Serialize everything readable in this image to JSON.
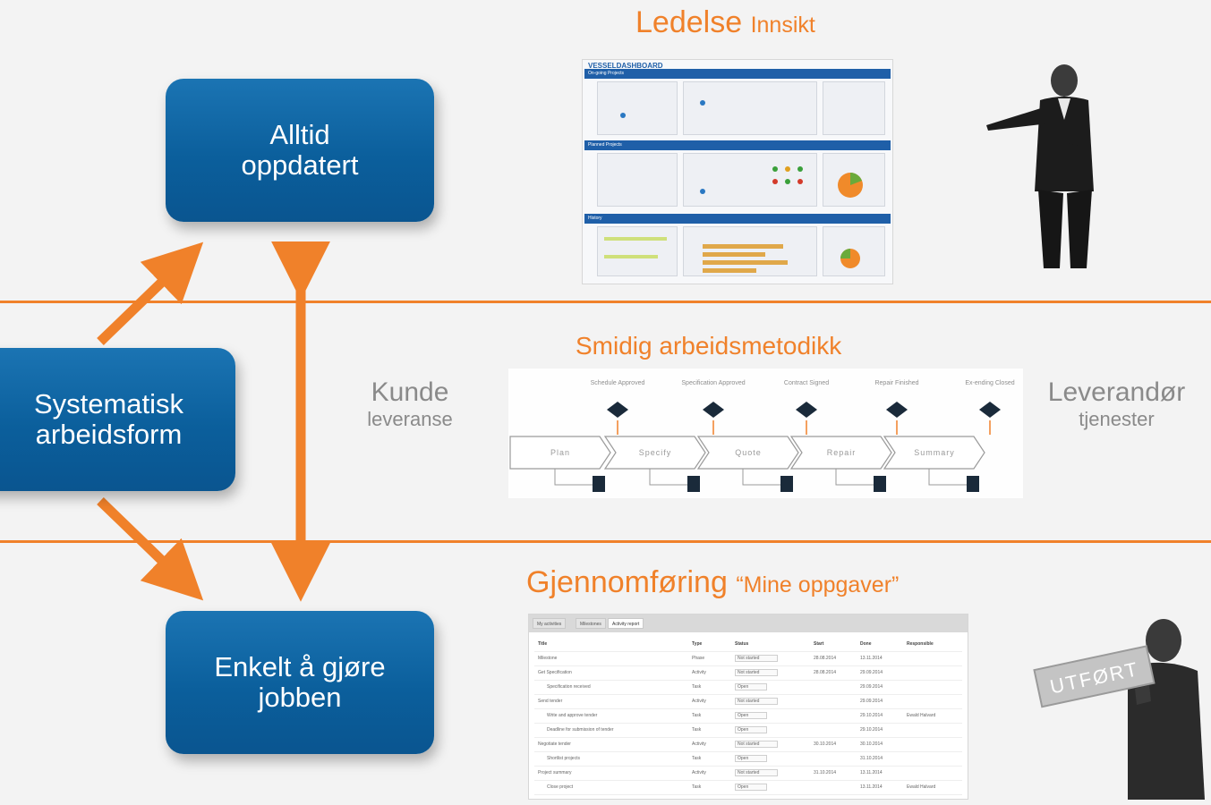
{
  "boxes": {
    "top": "Alltid\noppdatert",
    "left": "Systematisk\narbeidsform",
    "bottom": "Enkelt å gjøre\njobben"
  },
  "management": {
    "title": "Ledelse",
    "subtitle": "Innsikt",
    "dashboard_logo": "VESSELDASHBOARD",
    "sections": [
      "On-going Projects",
      "Planned Projects",
      "History"
    ]
  },
  "middle": {
    "title": "Smidig arbeidsmetodikk",
    "left_main": "Kunde",
    "left_sub": "leveranse",
    "right_main": "Leverandør",
    "right_sub": "tjenester",
    "milestones": [
      "Schedule Approved",
      "Specification Approved",
      "Contract Signed",
      "Repair Finished",
      "Ex-ending Closed"
    ],
    "phases": [
      "Plan",
      "Specify",
      "Quote",
      "Repair",
      "Summary"
    ]
  },
  "execution": {
    "title": "Gjennomføring",
    "subtitle": "“Mine oppgaver”",
    "tabs": [
      "My activities",
      "Milestones",
      "Activity report"
    ],
    "columns": [
      "Title",
      "Type",
      "Status",
      "Start",
      "Done",
      "Responsible"
    ],
    "rows": [
      [
        "Milestone",
        "Phase",
        "Not started",
        "28.08.2014",
        "13.11.2014",
        ""
      ],
      [
        "Get Specification",
        "Activity",
        "Not started",
        "28.08.2014",
        "29.09.2014",
        ""
      ],
      [
        "Specification received",
        "Task",
        "Open",
        "",
        "29.09.2014",
        ""
      ],
      [
        "Send tender",
        "Activity",
        "Not started",
        "",
        "29.09.2014",
        ""
      ],
      [
        "Write and approve tender",
        "Task",
        "Open",
        "",
        "29.10.2014",
        "Ewald Halvard"
      ],
      [
        "Deadline for submission of tender",
        "Task",
        "Open",
        "",
        "29.10.2014",
        ""
      ],
      [
        "Negotiate tender",
        "Activity",
        "Not started",
        "30.10.2014",
        "30.10.2014",
        ""
      ],
      [
        "Shortlist projects",
        "Task",
        "Open",
        "",
        "31.10.2014",
        ""
      ],
      [
        "Project summary",
        "Activity",
        "Not started",
        "31.10.2014",
        "13.11.2014",
        ""
      ],
      [
        "Close project",
        "Task",
        "Open",
        "",
        "13.11.2014",
        "Ewald Halvard"
      ]
    ],
    "sign": "UTFØRT"
  },
  "colors": {
    "orange": "#f0812a",
    "blue": "#0b5f9c",
    "dash_blue": "#1f5fa8",
    "grey_text": "#8a8a8a"
  }
}
